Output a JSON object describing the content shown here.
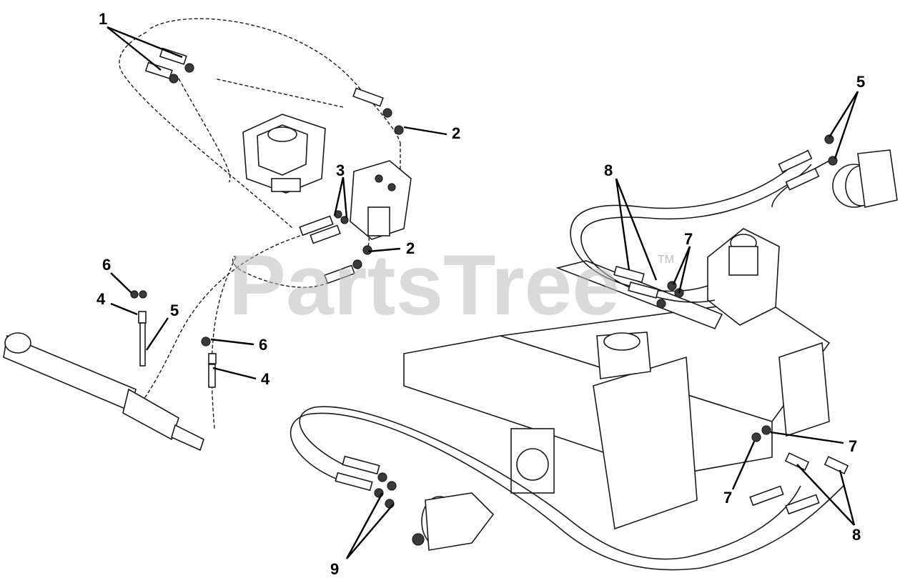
{
  "watermark": {
    "text": "PartsTree",
    "tm": "TM"
  },
  "callouts": {
    "c1": "1",
    "c2a": "2",
    "c2b": "2",
    "c3": "3",
    "c4a": "4",
    "c4b": "4",
    "c5a": "5",
    "c5b": "5",
    "c6a": "6",
    "c6b": "6",
    "c7a": "7",
    "c7b": "7",
    "c7c": "7",
    "c8a": "8",
    "c8b": "8",
    "c9": "9"
  }
}
